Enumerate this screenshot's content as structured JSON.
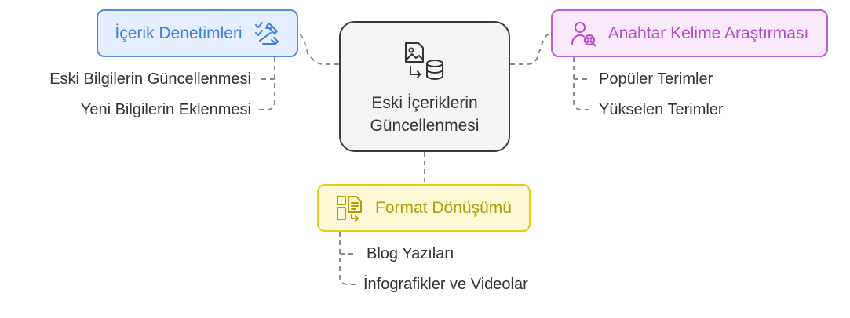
{
  "center": {
    "title_line1": "Eski İçeriklerin",
    "title_line2": "Güncellenmesi",
    "icon": "image-to-database-icon"
  },
  "nodes": {
    "content_audits": {
      "label": "İçerik Denetimleri",
      "icon": "checklist-tools-icon",
      "color": "#4f8be0",
      "fill": "#e6efff",
      "children": [
        "Eski Bilgilerin Güncellenmesi",
        "Yeni Bilgilerin Eklenmesi"
      ]
    },
    "keyword_research": {
      "label": "Anahtar Kelime Araştırması",
      "icon": "user-search-icon",
      "color": "#c159d9",
      "fill": "#f8e9fb",
      "children": [
        "Popüler Terimler",
        "Yükselen Terimler"
      ]
    },
    "format_conversion": {
      "label": "Format Dönüşümü",
      "icon": "layout-convert-icon",
      "color": "#e3cd1a",
      "fill": "#fdf8d6",
      "children": [
        "Blog Yazıları",
        "İnfografikler ve Videolar"
      ]
    }
  }
}
